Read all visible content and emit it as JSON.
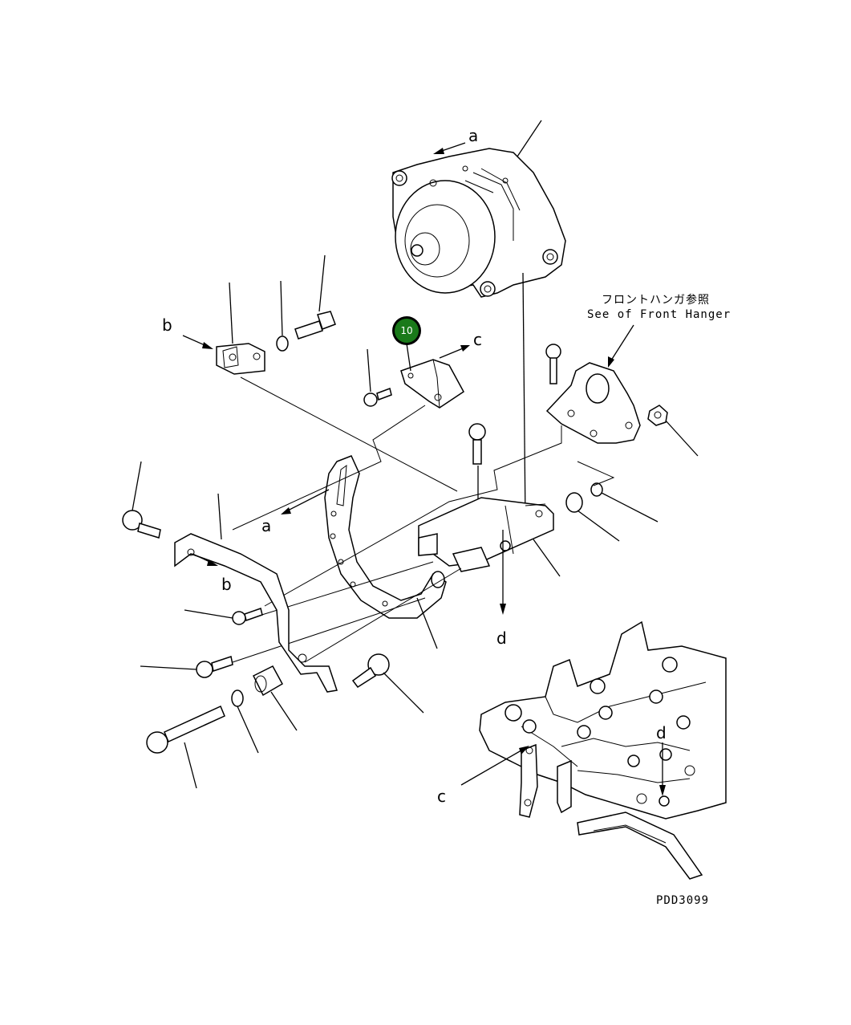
{
  "labels": {
    "a_top": "a",
    "a_left": "a",
    "b_top": "b",
    "b_mid": "b",
    "c_top": "c",
    "c_bottom": "c",
    "d_mid": "d",
    "d_bottom": "d"
  },
  "note": {
    "jp": "フロントハンガ参照",
    "en": "See of Front Hanger"
  },
  "callout": {
    "number": "10",
    "color": "#1a7a1a"
  },
  "drawing_id": "PDD3099"
}
